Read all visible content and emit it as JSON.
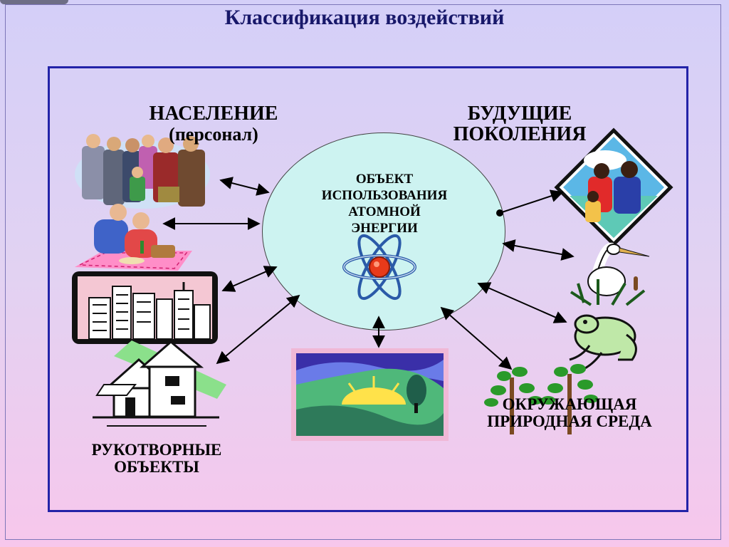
{
  "title": "Классификация воздействий",
  "population": {
    "line1": "НАСЕЛЕНИЕ",
    "line2": "(персонал)"
  },
  "future": {
    "line1": "БУДУЩИЕ",
    "line2": "ПОКОЛЕНИЯ"
  },
  "center": {
    "lines": [
      "ОБЪЕКТ",
      "ИСПОЛЬЗОВАНИЯ",
      "АТОМНОЙ",
      "ЭНЕРГИИ"
    ]
  },
  "manmade": {
    "line1": "РУКОТВОРНЫЕ",
    "line2": "ОБЪЕКТЫ"
  },
  "environment": {
    "line1": "ОКРУЖАЮЩАЯ",
    "line2": "ПРИРОДНАЯ СРЕДА"
  },
  "icons": [
    "crowd-icon",
    "picnic-family-icon",
    "city-skyline-icon",
    "house-icon",
    "landscape-icon",
    "family-icon",
    "heron-icon",
    "frog-icon",
    "trees-icon",
    "atom-icon"
  ],
  "colors": {
    "title": "#18186a",
    "frame": "#2323a8",
    "ellipse": "#cdf3f1",
    "atom_core": "#e83a1a"
  }
}
